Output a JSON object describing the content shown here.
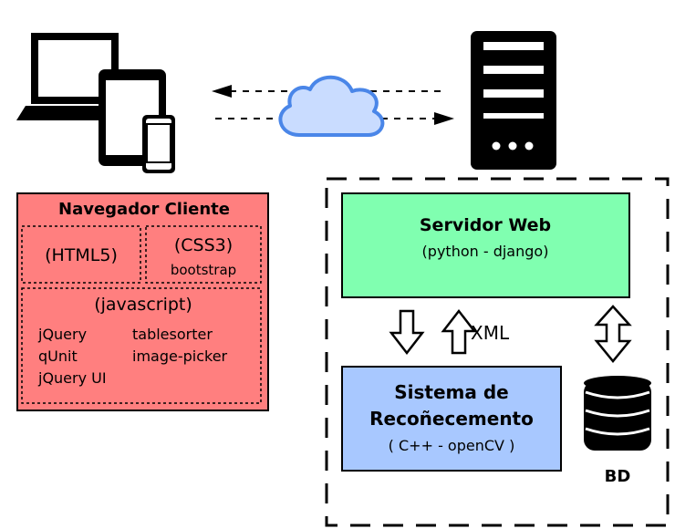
{
  "client": {
    "title": "Navegador Cliente",
    "html": "(HTML5)",
    "css": "(CSS3)",
    "css_lib": "bootstrap",
    "js": "(javascript)",
    "js_libs": [
      "jQuery",
      "tablesorter",
      "qUnit",
      "image-picker",
      "jQuery UI"
    ]
  },
  "server": {
    "web_title": "Servidor Web",
    "web_sub": "(python - django)",
    "recog_title_1": "Sistema de",
    "recog_title_2": "Recoñecemento",
    "recog_sub": "( C++  - openCV )",
    "xml_label": "XML",
    "db_label": "BD"
  },
  "colors": {
    "client_fill": "#ff7f7f",
    "web_fill": "#80ffb0",
    "recog_fill": "#a8c8ff",
    "cloud_fill": "#c9dcff",
    "cloud_stroke": "#4a86e8"
  },
  "icons": [
    "laptop-icon",
    "tablet-icon",
    "phone-icon",
    "cloud-icon",
    "server-icon",
    "database-icon"
  ]
}
